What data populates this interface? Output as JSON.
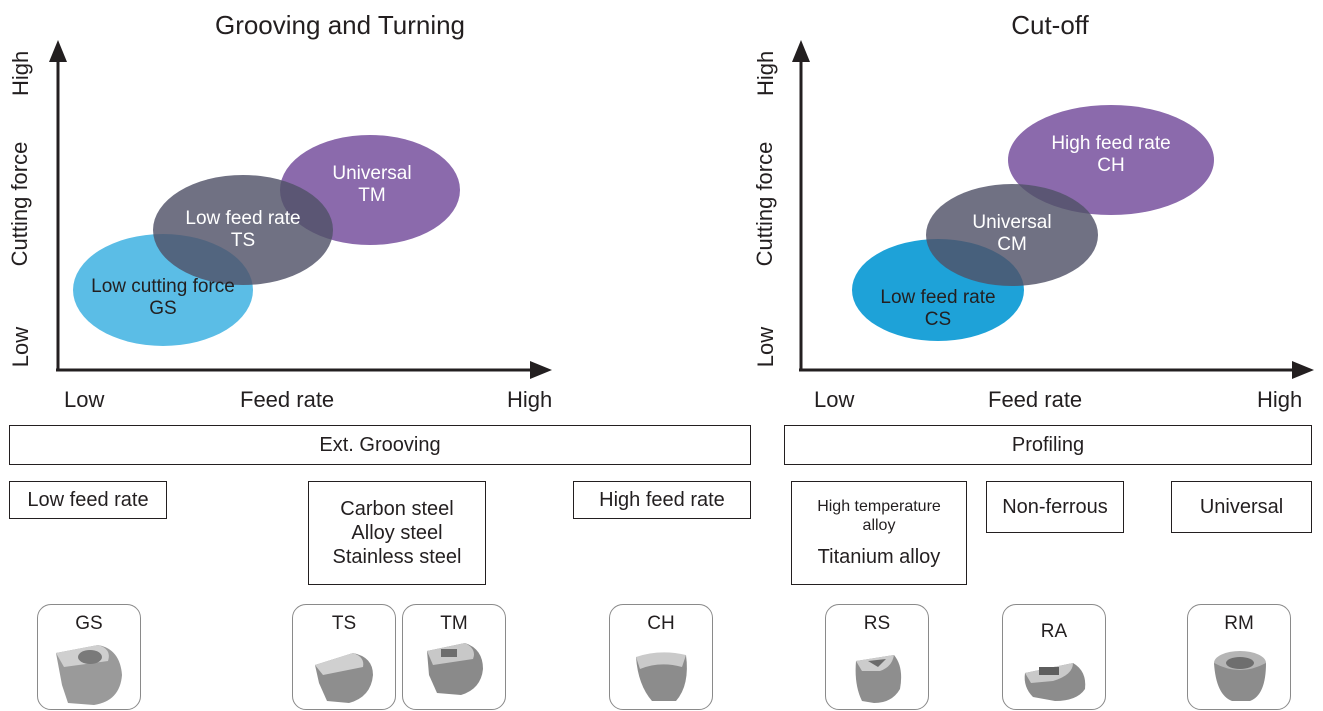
{
  "left": {
    "title": "Grooving and Turning",
    "y_axis": {
      "label": "Cutting force",
      "low": "Low",
      "high": "High"
    },
    "x_axis": {
      "label": "Feed rate",
      "low": "Low",
      "high": "High"
    },
    "ellipses": [
      {
        "name": "Low cutting force",
        "code": "GS",
        "color": "#5bbde6"
      },
      {
        "name": "Low feed rate",
        "code": "TS",
        "color": "#505268"
      },
      {
        "name": "Universal",
        "code": "TM",
        "color": "#8b6aac"
      }
    ],
    "band": "Ext. Grooving",
    "categories": [
      "Low feed rate",
      "Carbon steel",
      "Alloy steel",
      "Stainless steel",
      "High feed rate"
    ],
    "inserts": [
      "GS",
      "TS",
      "TM",
      "CH"
    ]
  },
  "right": {
    "title": "Cut-off",
    "y_axis": {
      "label": "Cutting force",
      "low": "Low",
      "high": "High"
    },
    "x_axis": {
      "label": "Feed rate",
      "low": "Low",
      "high": "High"
    },
    "ellipses": [
      {
        "name": "Low feed rate",
        "code": "CS",
        "color": "#1ea2d8"
      },
      {
        "name": "Universal",
        "code": "CM",
        "color": "#505268"
      },
      {
        "name": "High feed rate",
        "code": "CH",
        "color": "#8b6aac"
      }
    ],
    "band": "Profiling",
    "categories": [
      "High temperature",
      "alloy",
      "Titanium alloy",
      "Non-ferrous",
      "Universal"
    ],
    "inserts": [
      "RS",
      "RA",
      "RM"
    ]
  }
}
